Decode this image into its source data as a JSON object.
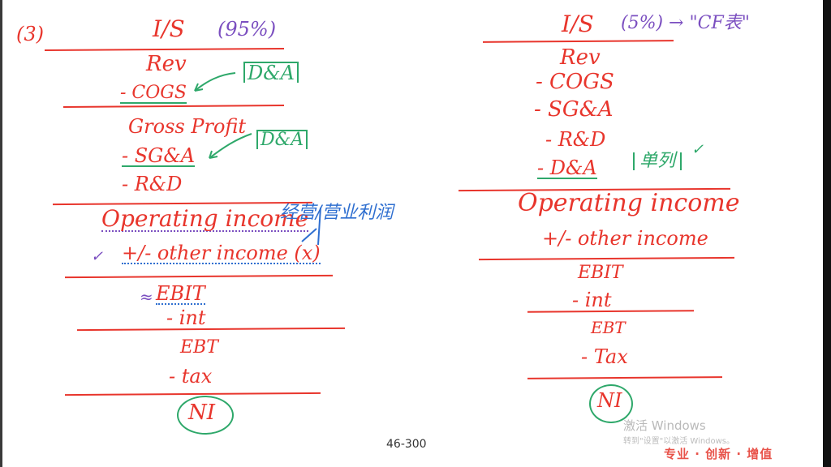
{
  "left_panel": {
    "section_label": "(3)",
    "title": "I/S",
    "title_note": "(95%)",
    "items": [
      "Rev",
      "- COGS",
      "Gross Profit",
      "- SG&A",
      "- R&D",
      "Operating income",
      "+/- other income (x)",
      "EBIT",
      "- int",
      "EBT",
      "- tax",
      "NI"
    ],
    "annotations": {
      "da_1": "D&A",
      "da_2": "D&A",
      "chinese_note": "经营/营业利润",
      "check": "✓",
      "approx": "≈"
    }
  },
  "right_panel": {
    "title": "I/S",
    "title_note": "(5%) → \"CF表\"",
    "items": [
      "Rev",
      "- COGS",
      "- SG&A",
      "- R&D",
      "- D&A",
      "Operating income",
      "+/- other income",
      "EBIT",
      "- int",
      "EBT",
      "- Tax",
      "NI"
    ],
    "annotations": {
      "separate": "单列",
      "check": "✓"
    }
  },
  "footer": {
    "page_number": "46-300",
    "watermark_title": "激活 Windows",
    "watermark_sub": "转到\"设置\"以激活 Windows。",
    "slogan": "专业 · 创新 · 增值"
  }
}
